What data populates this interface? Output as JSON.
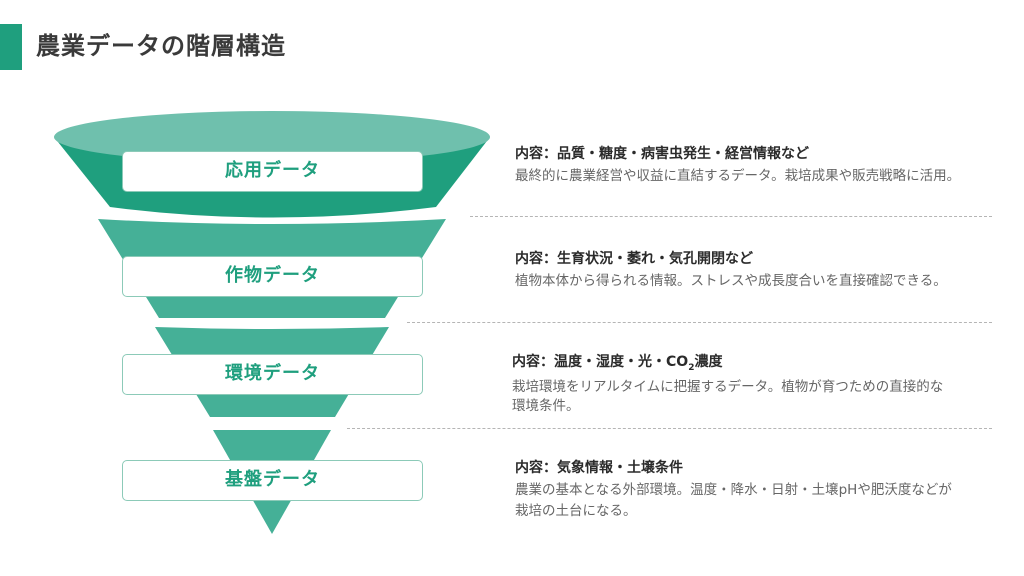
{
  "title": "農業データの階層構造",
  "colors": {
    "accent": "#1f9f7e",
    "funnel_top": "#6fc0ad",
    "funnel_dark": "#1f9f7e",
    "funnel_mid": "#45b097"
  },
  "layers": [
    {
      "label": "応用データ",
      "heading": "内容：品質・糖度・病害虫発生・経営情報など",
      "text": "最終的に農業経営や収益に直結するデータ。栽培成果や販売戦略に活用。"
    },
    {
      "label": "作物データ",
      "heading": "内容：生育状況・萎れ・気孔開閉など",
      "text": "植物本体から得られる情報。ストレスや成長度合いを直接確認できる。"
    },
    {
      "label": "環境データ",
      "heading_prefix": "内容：温度・湿度・光・CO",
      "heading_sub": "2",
      "heading_suffix": "濃度",
      "text": "栽培環境をリアルタイムに把握するデータ。植物が育つための直接的な環境条件。"
    },
    {
      "label": "基盤データ",
      "heading": "内容：気象情報・土壌条件",
      "text": "農業の基本となる外部環境。温度・降水・日射・土壌pHや肥沃度などが栽培の土台になる。"
    }
  ]
}
